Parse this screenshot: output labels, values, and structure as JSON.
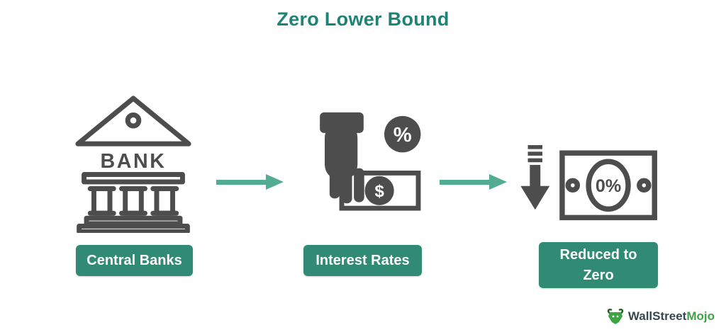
{
  "title": "Zero Lower Bound",
  "nodes": [
    {
      "id": "central-banks",
      "label": "Central Banks"
    },
    {
      "id": "interest-rates",
      "label": "Interest Rates"
    },
    {
      "id": "reduced-to-zero",
      "label": "Reduced to Zero"
    }
  ],
  "icon_text": {
    "bank": "BANK",
    "dollar": "$",
    "percent": "%",
    "zero_percent": "0%"
  },
  "brand": {
    "part1": "WallStreet",
    "part2": "Mojo"
  },
  "colors": {
    "accent_teal": "#318A73",
    "arrow_teal": "#52AB93",
    "title_teal": "#1E8374",
    "icon_gray": "#4D4D4D",
    "brand_green": "#3FA446",
    "brand_dark": "#37474F"
  }
}
